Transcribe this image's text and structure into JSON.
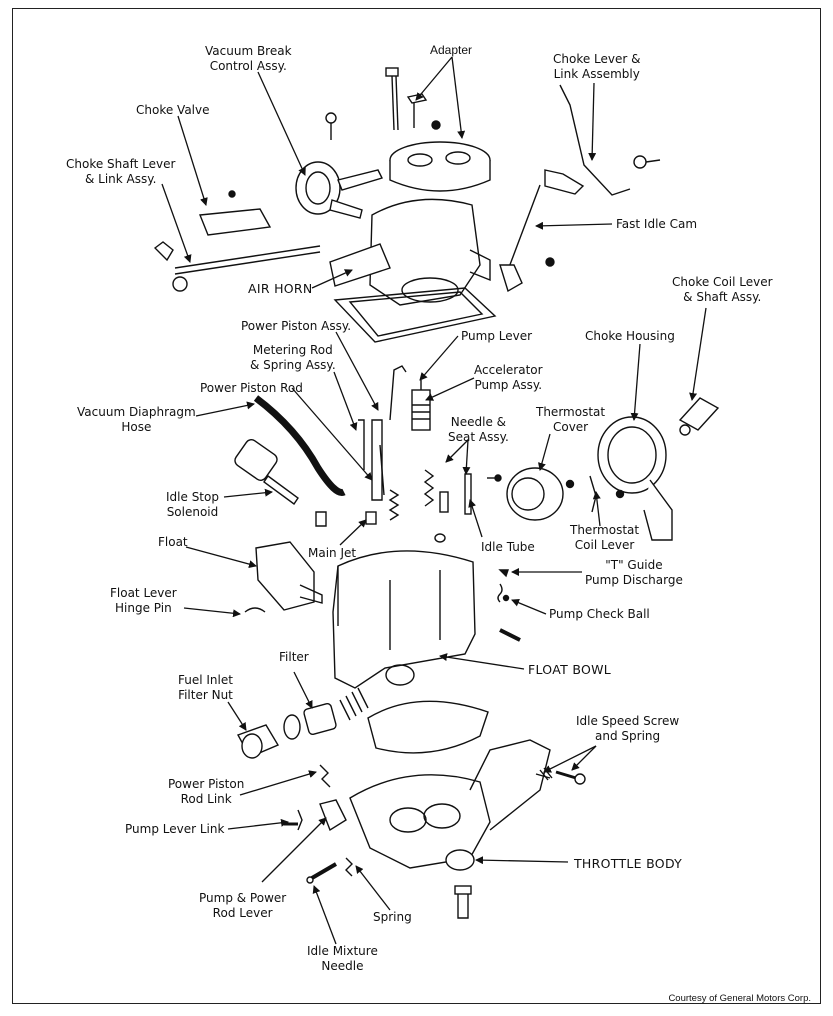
{
  "labels": {
    "adapter": "Adapter",
    "vacuum_break": [
      "Vacuum Break",
      "Control Assy."
    ],
    "choke_lever_link": [
      "Choke Lever &",
      "Link Assembly"
    ],
    "choke_valve": "Choke Valve",
    "choke_shaft_lever": [
      "Choke Shaft Lever",
      "& Link Assy."
    ],
    "fast_idle_cam": "Fast Idle Cam",
    "air_horn": "AIR HORN",
    "choke_coil_lever": [
      "Choke Coil Lever",
      "& Shaft Assy."
    ],
    "power_piston_assy": "Power Piston Assy.",
    "pump_lever": "Pump Lever",
    "choke_housing": "Choke Housing",
    "metering_rod": [
      "Metering Rod",
      "& Spring Assy."
    ],
    "accelerator_pump": [
      "Accelerator",
      "Pump Assy."
    ],
    "power_piston_rod": "Power Piston Rod",
    "vacuum_diaphragm_hose": [
      "Vacuum Diaphragm",
      "Hose"
    ],
    "needle_seat": [
      "Needle &",
      "Seat Assy."
    ],
    "thermostat_cover": [
      "Thermostat",
      "Cover"
    ],
    "idle_stop_solenoid": [
      "Idle Stop",
      "Solenoid"
    ],
    "thermostat_coil_lever": [
      "Thermostat",
      "Coil Lever"
    ],
    "float": "Float",
    "main_jet": "Main Jet",
    "idle_tube": "Idle Tube",
    "t_guide": [
      "\"T\" Guide",
      "Pump Discharge"
    ],
    "float_lever_hinge": [
      "Float Lever",
      "Hinge Pin"
    ],
    "pump_check_ball": "Pump Check Ball",
    "filter": "Filter",
    "float_bowl": "FLOAT BOWL",
    "fuel_inlet_nut": [
      "Fuel Inlet",
      "Filter Nut"
    ],
    "idle_speed_screw": [
      "Idle Speed Screw",
      "and Spring"
    ],
    "power_piston_rod_link": [
      "Power Piston",
      "Rod Link"
    ],
    "pump_lever_link": "Pump Lever Link",
    "throttle_body": "THROTTLE BODY",
    "pump_power_rod_lever": [
      "Pump & Power",
      "Rod Lever"
    ],
    "spring": "Spring",
    "idle_mixture_needle": [
      "Idle Mixture",
      "Needle"
    ]
  },
  "credit": "Courtesy of General Motors Corp."
}
